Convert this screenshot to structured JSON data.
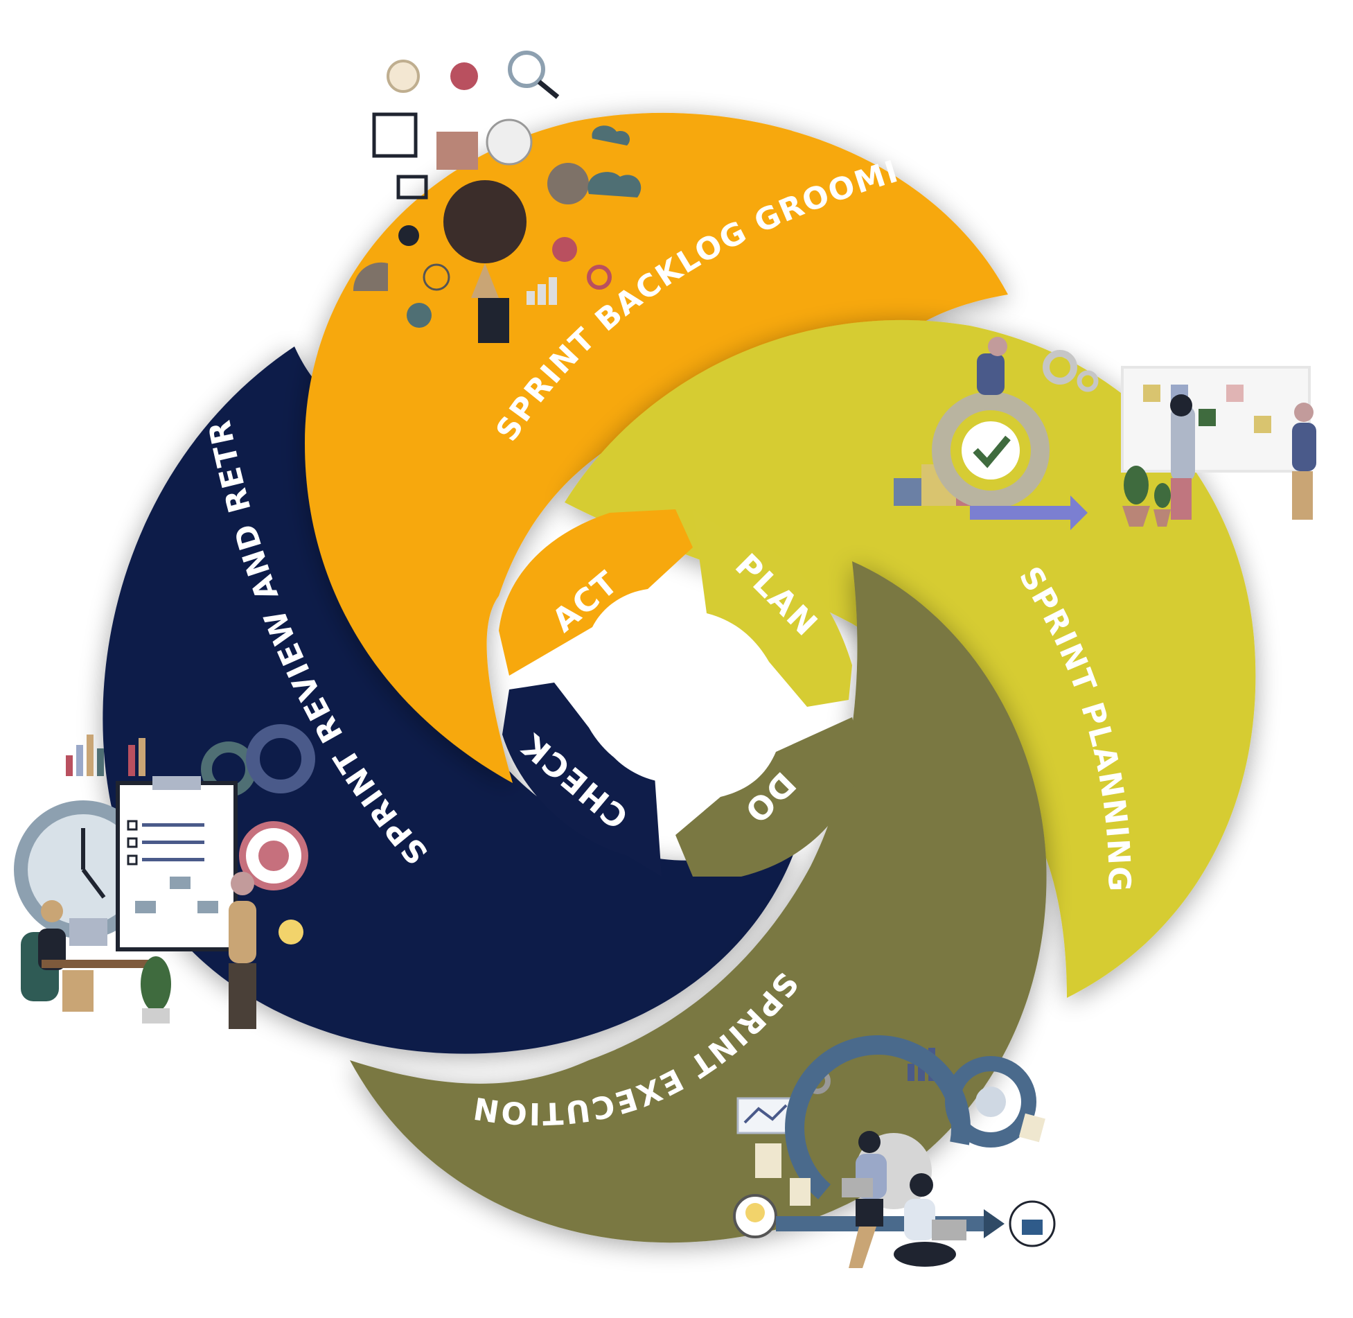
{
  "phases": {
    "grooming": "SPRINT BACKLOG GROOMING",
    "planning": "SPRINT PLANNING",
    "execution": "SPRINT EXECUTION",
    "review": "SPRINT REVIEW AND RETRO"
  },
  "pdca": {
    "act": "ACT",
    "plan": "PLAN",
    "do": "DO",
    "check": "CHECK"
  },
  "colors": {
    "grooming": "#f7a80d",
    "planning": "#d6cc33",
    "execution": "#7a7842",
    "review": "#0f1d4a",
    "label_text": "#ffffff"
  }
}
